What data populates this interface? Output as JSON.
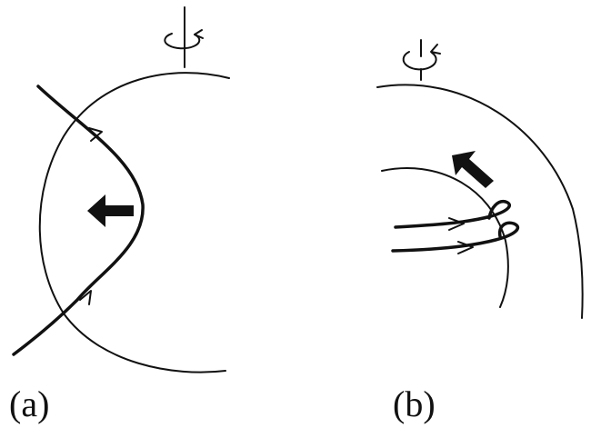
{
  "panels": [
    {
      "id": "a",
      "label": "(a)"
    },
    {
      "id": "b",
      "label": "(b)"
    }
  ],
  "colors": {
    "ink": "#111111",
    "background": "#ffffff"
  },
  "icons": {
    "rotation": "rotation-arrow-icon",
    "motion": "bold-arrow-icon"
  }
}
